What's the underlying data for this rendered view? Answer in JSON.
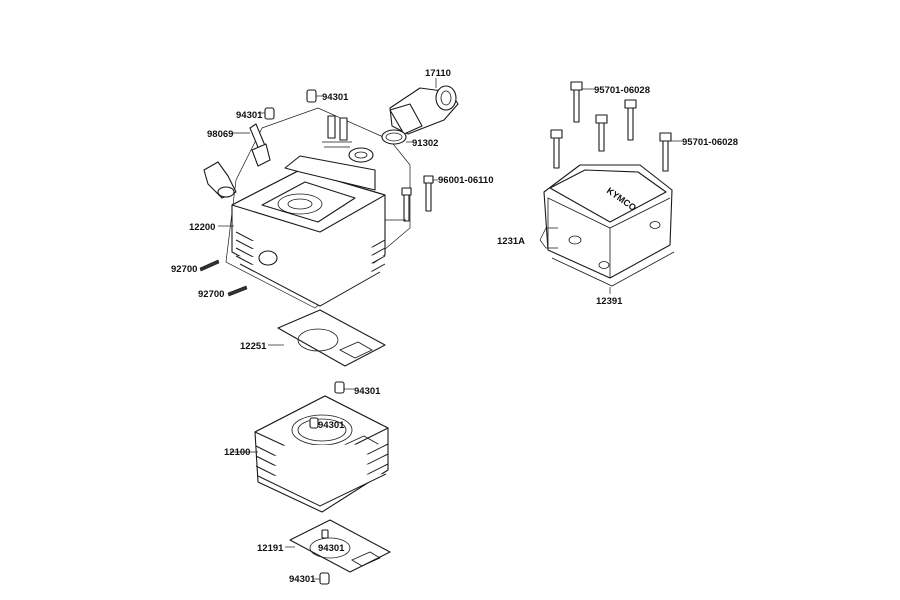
{
  "labels": {
    "p17110": "17110",
    "p94301_top": "94301",
    "p94301_left": "94301",
    "p98069": "98069",
    "p91302": "91302",
    "p96001": "96001-06110",
    "p12200": "12200",
    "p92700_a": "92700",
    "p92700_b": "92700",
    "p95701_a": "95701-06028",
    "p95701_b": "95701-06028",
    "p1231A": "1231A",
    "p12391": "12391",
    "p12251": "12251",
    "p94301_mid": "94301",
    "p12100": "12100",
    "p94301_cyl": "94301",
    "p12191": "12191",
    "p94301_gasket": "94301",
    "p94301_bottom": "94301"
  },
  "logo_text": "KYMCO"
}
